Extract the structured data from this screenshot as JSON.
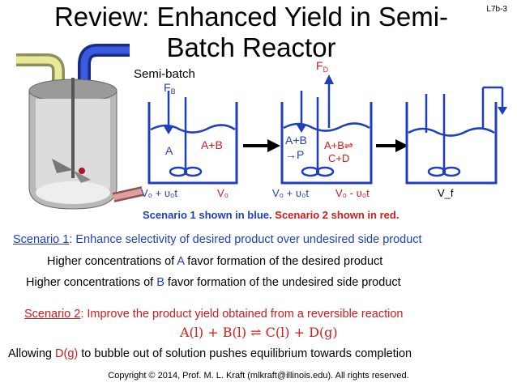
{
  "slide": {
    "title": "Review: Enhanced Yield in Semi-Batch Reactor",
    "number": "L7b-3"
  },
  "diagram": {
    "semi_batch_label": "Semi-batch",
    "feed_label": "F",
    "feed_sub": "B",
    "draw_label": "F",
    "draw_sub": "D",
    "tank1": {
      "species_left": "A",
      "species_right": "A+B"
    },
    "tank2": {
      "line1_left": "A+B",
      "line2_left": "→P",
      "line1_right": "A+B⇌",
      "line2_right": "C+D"
    },
    "vol_labels": [
      "V₀ + υ₀t",
      "V₀",
      "V₀ + υ₀t",
      "V₀ - υ₀t",
      "V_f"
    ]
  },
  "scenario_note": {
    "blue_text": "Scenario 1 shown in blue.",
    "red_text": "Scenario 2 shown in red."
  },
  "scenario1": {
    "label": "Scenario 1",
    "text": ": Enhance selectivity of desired product over undesired side product",
    "line1_pre": "Higher concentrations of ",
    "line1_species": "A",
    "line1_post": " favor formation of the desired product",
    "line2_pre": "Higher concentrations of ",
    "line2_species": "B",
    "line2_post": " favor formation of the undesired side product"
  },
  "scenario2": {
    "label": "Scenario 2",
    "text": ": Improve the product yield obtained from a reversible reaction",
    "equation": "A(l) + B(l) ⇌ C(l) + D(g)",
    "line_pre": "Allowing ",
    "line_species": "D(g)",
    "line_post": " to bubble out of solution pushes equilibrium towards completion"
  },
  "copyright": "Copyright © 2014, Prof. M. L. Kraft (mlkraft@illinois.edu). All rights reserved.",
  "colors": {
    "blue": "#1f3fbf",
    "red": "#d21a1a"
  }
}
